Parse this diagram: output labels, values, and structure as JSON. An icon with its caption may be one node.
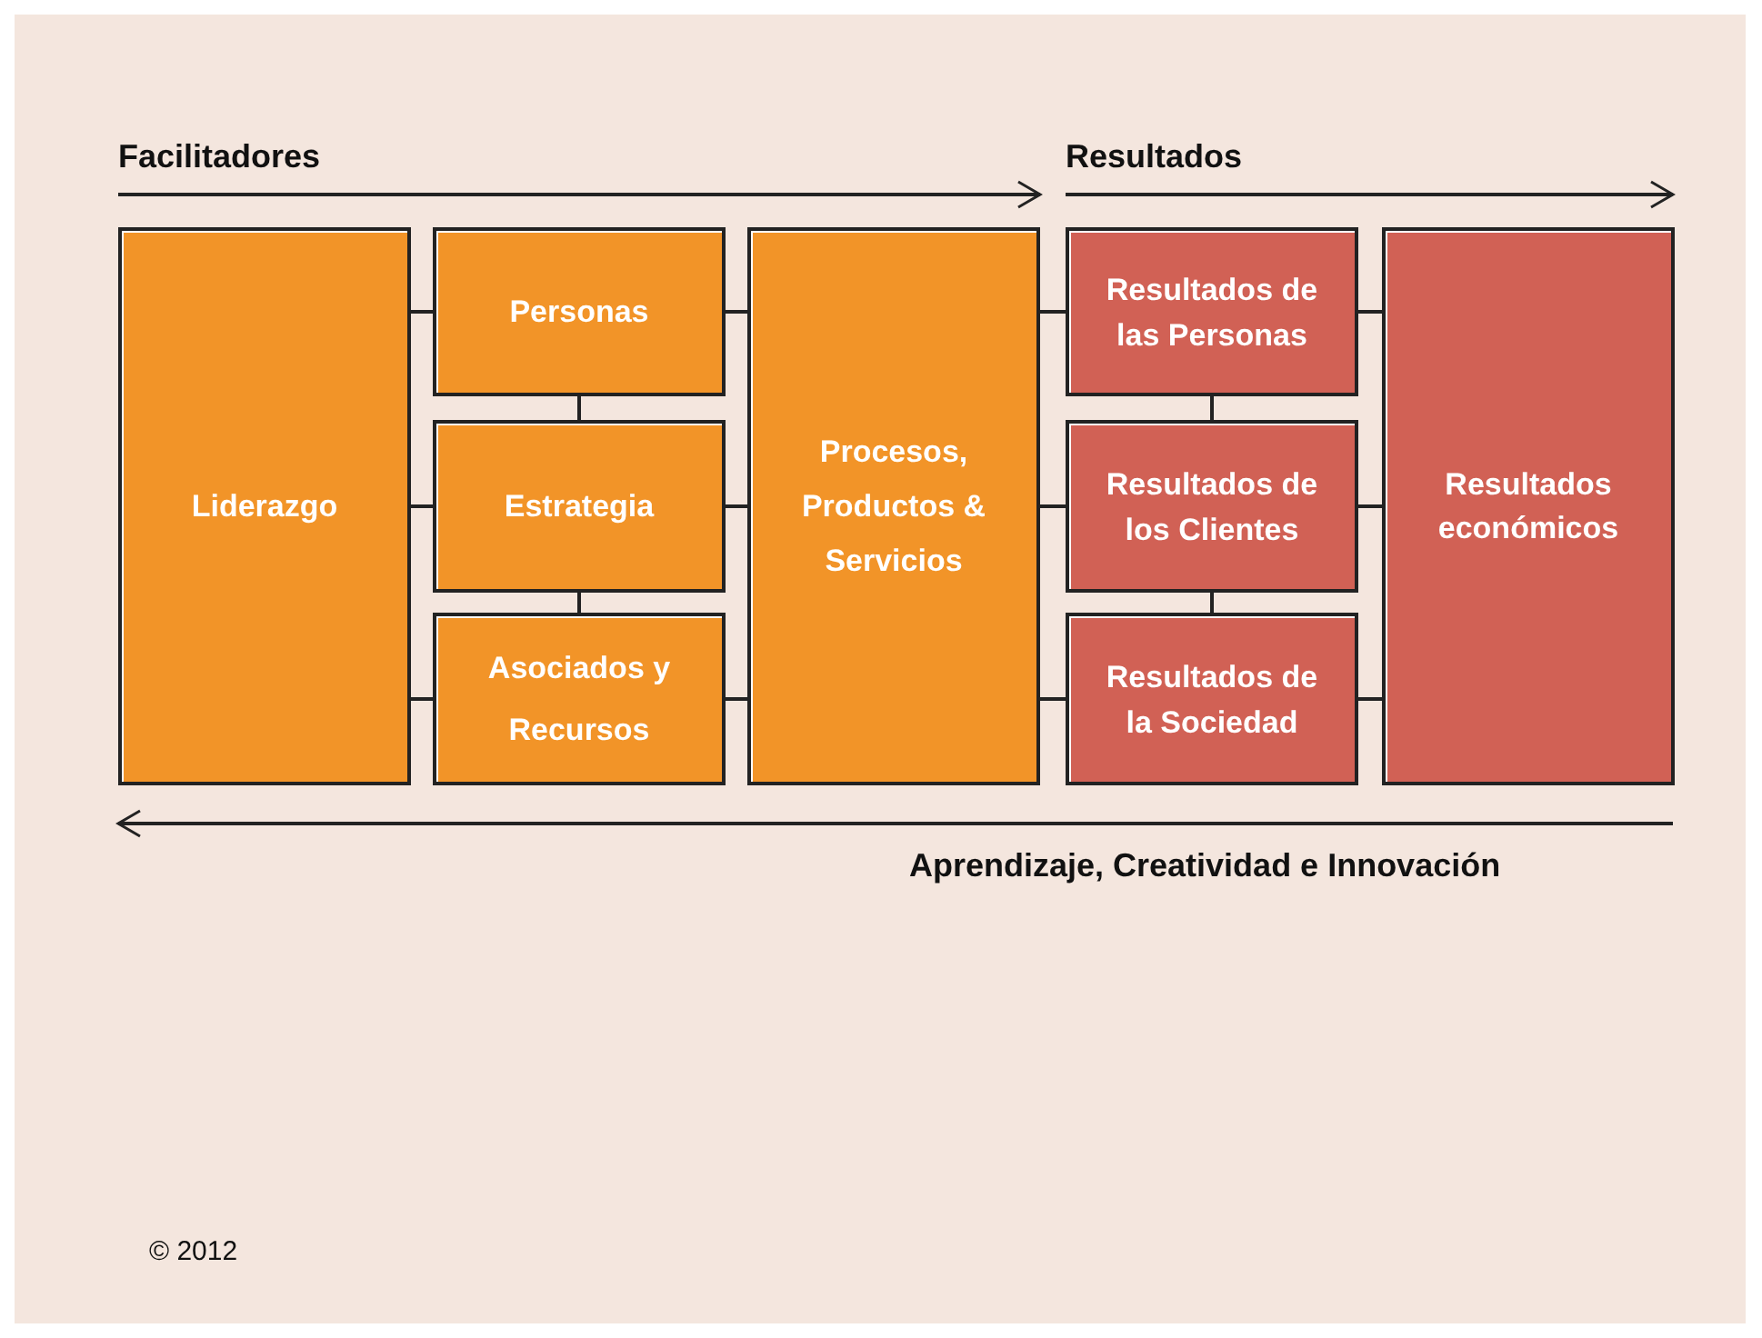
{
  "diagram": {
    "nodes": [
      {
        "text": [
          "Liderazgo"
        ]
      },
      {
        "text": [
          "Personas"
        ]
      },
      {
        "text": [
          "Estrategia"
        ]
      },
      {
        "text": [
          "Asociados y Recursos"
        ]
      },
      {
        "text": [
          "Procesos, Productos & Servicios"
        ]
      },
      {
        "text": [
          "Resultados de las Personas"
        ]
      },
      {
        "text": [
          "Resultados de los Clientes"
        ]
      },
      {
        "text": [
          "Resultados de la Sociedad"
        ]
      },
      {
        "text": [
          "Resultados económicos"
        ]
      }
    ],
    "edges": [
      {
        "from": 0,
        "to": 1,
        "arrow": "none"
      },
      {
        "from": 0,
        "to": 2,
        "arrow": "none"
      },
      {
        "from": 0,
        "to": 3,
        "arrow": "none"
      },
      {
        "from": 1,
        "to": 2,
        "arrow": "none"
      },
      {
        "from": 2,
        "to": 3,
        "arrow": "none"
      },
      {
        "from": 1,
        "to": 4,
        "arrow": "none"
      },
      {
        "from": 2,
        "to": 4,
        "arrow": "none"
      },
      {
        "from": 3,
        "to": 4,
        "arrow": "none"
      },
      {
        "from": 4,
        "to": 5,
        "arrow": "none"
      },
      {
        "from": 4,
        "to": 6,
        "arrow": "none"
      },
      {
        "from": 4,
        "to": 7,
        "arrow": "none"
      },
      {
        "from": 5,
        "to": 6,
        "arrow": "none"
      },
      {
        "from": 6,
        "to": 7,
        "arrow": "none"
      },
      {
        "from": 5,
        "to": 8,
        "arrow": "none"
      },
      {
        "from": 6,
        "to": 8,
        "arrow": "none"
      },
      {
        "from": 7,
        "to": 8,
        "arrow": "none"
      }
    ],
    "labels": [
      "Facilitadores",
      "Resultados",
      "Aprendizaje, Creatividad e Innovación",
      "© 2012"
    ]
  }
}
